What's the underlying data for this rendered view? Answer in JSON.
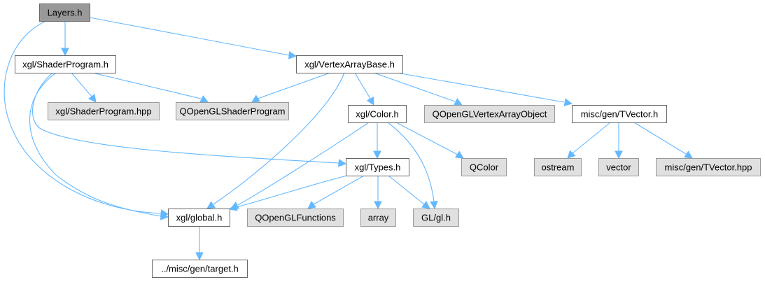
{
  "title": "Include dependency graph for Layers.h",
  "colors": {
    "edge": "#63b8ff",
    "root_fill": "#999999",
    "internal_fill": "#ffffff",
    "external_fill": "#e0e0e0"
  },
  "nodes": [
    {
      "id": "layers",
      "label": "Layers.h",
      "kind": "main"
    },
    {
      "id": "shaderprogram_h",
      "label": "xgl/ShaderProgram.h",
      "kind": "internal"
    },
    {
      "id": "vertexarraybase_h",
      "label": "xgl/VertexArrayBase.h",
      "kind": "internal"
    },
    {
      "id": "shaderprogram_hpp",
      "label": "xgl/ShaderProgram.hpp",
      "kind": "external"
    },
    {
      "id": "qopenglshaderprogram",
      "label": "QOpenGLShaderProgram",
      "kind": "external"
    },
    {
      "id": "color_h",
      "label": "xgl/Color.h",
      "kind": "internal"
    },
    {
      "id": "qopenglvao",
      "label": "QOpenGLVertexArrayObject",
      "kind": "external"
    },
    {
      "id": "tvector_h",
      "label": "misc/gen/TVector.h",
      "kind": "internal"
    },
    {
      "id": "types_h",
      "label": "xgl/Types.h",
      "kind": "internal"
    },
    {
      "id": "qcolor",
      "label": "QColor",
      "kind": "external"
    },
    {
      "id": "ostream",
      "label": "ostream",
      "kind": "external"
    },
    {
      "id": "vector",
      "label": "vector",
      "kind": "external"
    },
    {
      "id": "tvector_hpp",
      "label": "misc/gen/TVector.hpp",
      "kind": "external"
    },
    {
      "id": "global_h",
      "label": "xgl/global.h",
      "kind": "internal"
    },
    {
      "id": "qopenglfunctions",
      "label": "QOpenGLFunctions",
      "kind": "external"
    },
    {
      "id": "array",
      "label": "array",
      "kind": "external"
    },
    {
      "id": "gl_h",
      "label": "GL/gl.h",
      "kind": "external"
    },
    {
      "id": "target_h",
      "label": "../misc/gen/target.h",
      "kind": "internal"
    }
  ],
  "edges": [
    {
      "from": "layers",
      "to": "shaderprogram_h"
    },
    {
      "from": "layers",
      "to": "vertexarraybase_h"
    },
    {
      "from": "layers",
      "to": "global_h"
    },
    {
      "from": "shaderprogram_h",
      "to": "shaderprogram_hpp"
    },
    {
      "from": "shaderprogram_h",
      "to": "qopenglshaderprogram"
    },
    {
      "from": "shaderprogram_h",
      "to": "types_h"
    },
    {
      "from": "shaderprogram_h",
      "to": "global_h"
    },
    {
      "from": "vertexarraybase_h",
      "to": "qopenglshaderprogram"
    },
    {
      "from": "vertexarraybase_h",
      "to": "color_h"
    },
    {
      "from": "vertexarraybase_h",
      "to": "qopenglvao"
    },
    {
      "from": "vertexarraybase_h",
      "to": "tvector_h"
    },
    {
      "from": "vertexarraybase_h",
      "to": "global_h"
    },
    {
      "from": "color_h",
      "to": "types_h"
    },
    {
      "from": "color_h",
      "to": "qcolor"
    },
    {
      "from": "color_h",
      "to": "gl_h"
    },
    {
      "from": "color_h",
      "to": "global_h"
    },
    {
      "from": "tvector_h",
      "to": "ostream"
    },
    {
      "from": "tvector_h",
      "to": "vector"
    },
    {
      "from": "tvector_h",
      "to": "tvector_hpp"
    },
    {
      "from": "types_h",
      "to": "global_h"
    },
    {
      "from": "types_h",
      "to": "qopenglfunctions"
    },
    {
      "from": "types_h",
      "to": "array"
    },
    {
      "from": "types_h",
      "to": "gl_h"
    },
    {
      "from": "global_h",
      "to": "target_h"
    }
  ]
}
